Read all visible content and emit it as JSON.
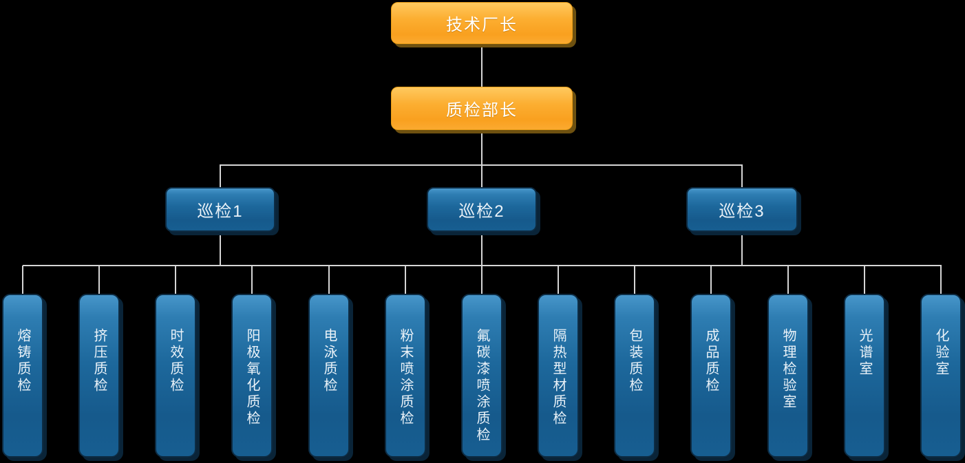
{
  "org": {
    "root": {
      "label": "技术厂长"
    },
    "manager": {
      "label": "质检部长"
    },
    "groups": [
      {
        "label": "巡检1"
      },
      {
        "label": "巡检2"
      },
      {
        "label": "巡检3"
      }
    ],
    "departments": [
      {
        "label": "熔铸质检"
      },
      {
        "label": "挤压质检"
      },
      {
        "label": "时效质检"
      },
      {
        "label": "阳极氧化质检"
      },
      {
        "label": "电泳质检"
      },
      {
        "label": "粉末喷涂质检"
      },
      {
        "label": "氟碳漆喷涂质检"
      },
      {
        "label": "隔热型材质检"
      },
      {
        "label": "包装质检"
      },
      {
        "label": "成品质检"
      },
      {
        "label": "物理检验室"
      },
      {
        "label": "光谱室"
      },
      {
        "label": "化验室"
      }
    ]
  },
  "colors": {
    "background": "#000000",
    "connector": "#d6d6d6",
    "orange_node": "#fbaa30",
    "blue_node": "#1d689c",
    "text": "#ffffff"
  }
}
